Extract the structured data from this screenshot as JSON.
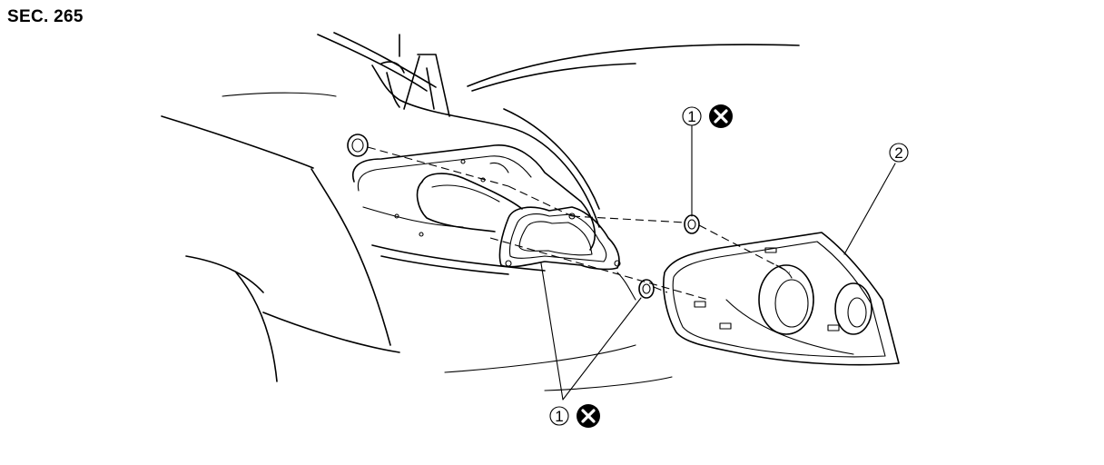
{
  "header": {
    "section": "SEC. 265"
  },
  "callouts": [
    {
      "number": "1",
      "replace_symbol": "x-circle-icon"
    },
    {
      "number": "2"
    },
    {
      "number": "1",
      "replace_symbol": "x-circle-icon"
    }
  ],
  "colors": {
    "line": "#000000",
    "background": "#ffffff"
  }
}
